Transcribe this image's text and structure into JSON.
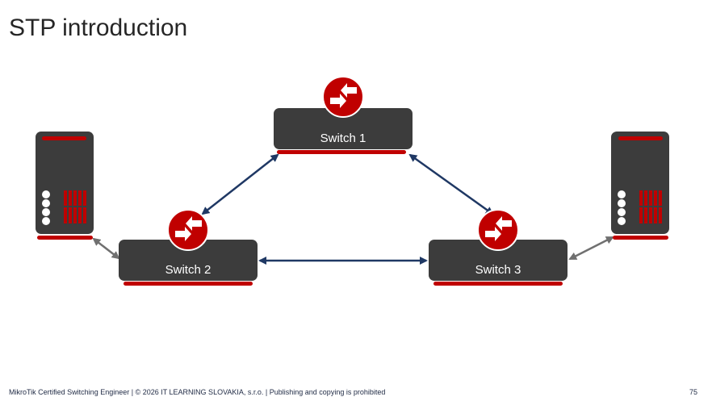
{
  "slide": {
    "title": "STP introduction"
  },
  "diagram": {
    "switches": [
      {
        "id": "sw1",
        "label": "Switch 1"
      },
      {
        "id": "sw2",
        "label": "Switch 2"
      },
      {
        "id": "sw3",
        "label": "Switch 3"
      }
    ],
    "icons": {
      "switch": "switch-arrows-icon",
      "server": "server-tower-icon"
    },
    "colors": {
      "device_body": "#3c3c3c",
      "accent_red": "#c00000",
      "switch_link": "#1f3864",
      "server_link": "#707070"
    }
  },
  "footer": {
    "text": "MikroTik Certified Switching Engineer | © 2026 IT LEARNING SLOVAKIA, s.r.o. | Publishing and copying is prohibited",
    "page_number": "75"
  }
}
